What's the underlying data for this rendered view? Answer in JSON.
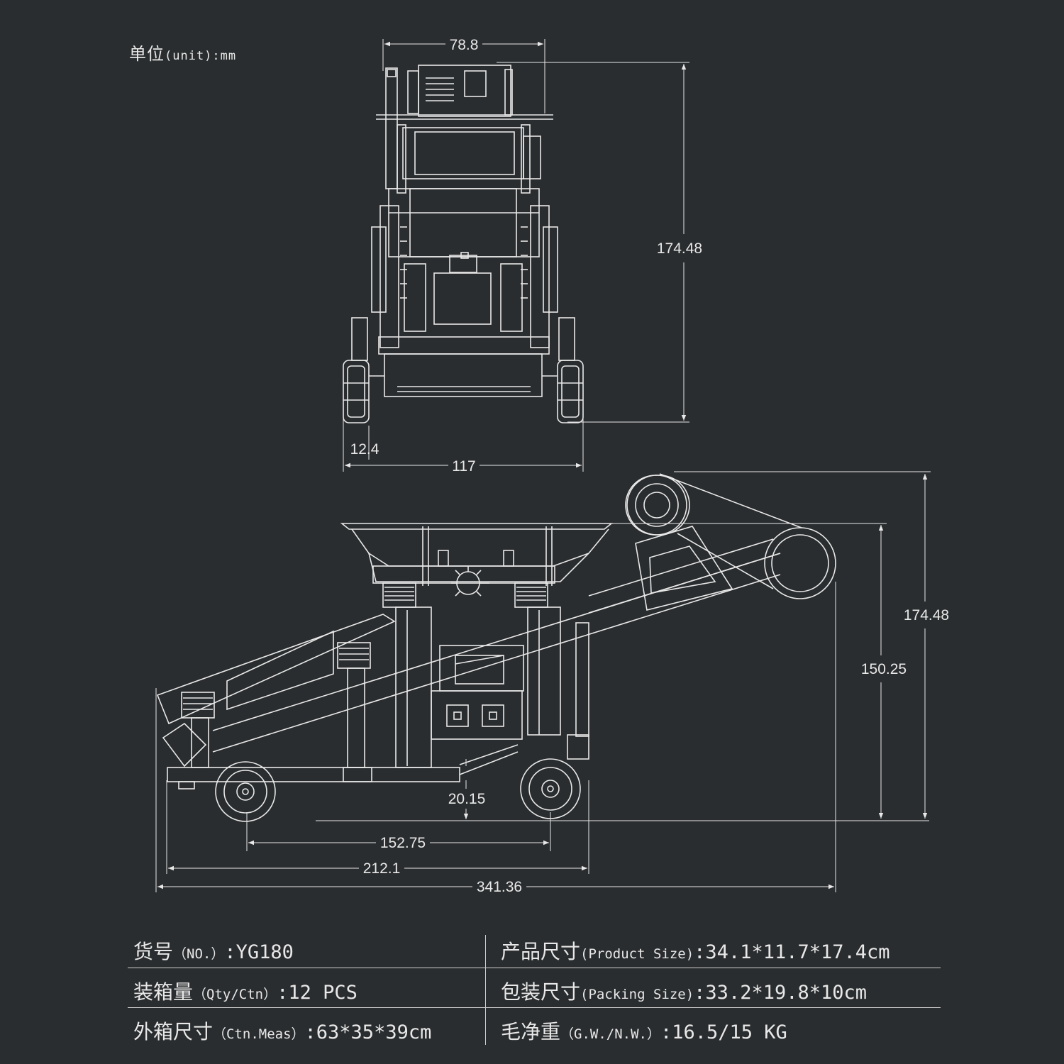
{
  "unit": {
    "cn": "单位",
    "en": "(unit)",
    "suffix": ":mm"
  },
  "dimensions": {
    "top_width": "78.8",
    "top_height": "174.48",
    "wheel_width": "12.4",
    "front_width": "117",
    "side_height_total": "174.48",
    "side_height_hopper": "150.25",
    "ground_clearance": "20.15",
    "wheelbase": "152.75",
    "base_length": "212.1",
    "total_length": "341.36"
  },
  "specs": {
    "no": {
      "cn": "货号",
      "en": "（NO.）",
      "value": ":YG180"
    },
    "product_size": {
      "cn": "产品尺寸",
      "en": "(Product Size)",
      "value": ":34.1*11.7*17.4cm"
    },
    "qty": {
      "cn": "装箱量",
      "en": "（Qty/Ctn）",
      "value": ":12 PCS"
    },
    "packing_size": {
      "cn": "包装尺寸",
      "en": "(Packing Size)",
      "value": ":33.2*19.8*10cm"
    },
    "ctn_meas": {
      "cn": "外箱尺寸",
      "en": "（Ctn.Meas）",
      "value": ":63*35*39cm"
    },
    "weight": {
      "cn": "毛净重",
      "en": "（G.W./N.W.）",
      "value": ":16.5/15 KG"
    }
  },
  "colors": {
    "background": "#2a2d2f",
    "line": "#e8e8e8"
  }
}
